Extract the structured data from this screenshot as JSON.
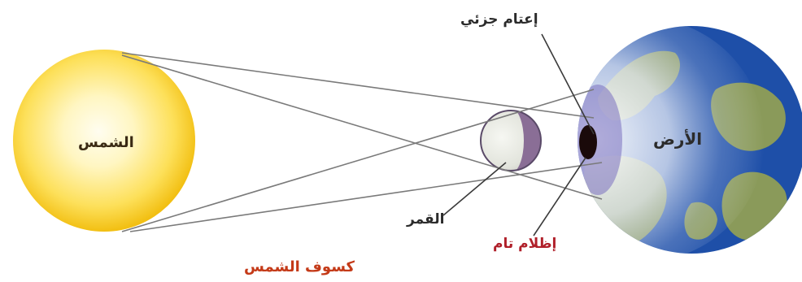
{
  "labels": {
    "sun": "الشمس",
    "earth": "الأرض",
    "moon": "القمر",
    "partial_eclipse": "إعتام جزئي",
    "total_eclipse": "إظلام تام",
    "title": "كسوف الشمس"
  },
  "colors": {
    "sun_core": "#fffdf0",
    "sun_edge": "#f5c518",
    "ocean": "#1e4fa8",
    "land": "#8a9a5a",
    "penumbra": "#7a6fc0",
    "umbra": "#1a0a0a",
    "title": "#c43a18",
    "total_label": "#b0202a"
  }
}
